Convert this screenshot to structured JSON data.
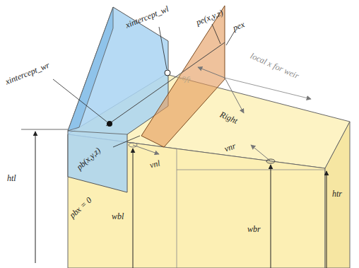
{
  "diagram": {
    "labels": [
      "xintercept_wl",
      "pe(x,y,z)",
      "pex",
      "xintercept_wr",
      "local x for weir",
      "Left",
      "Right",
      "vnr",
      "vnl",
      "pb(x,y,z)",
      "pbx = 0",
      "htl",
      "wbl",
      "wbr",
      "htr"
    ]
  }
}
